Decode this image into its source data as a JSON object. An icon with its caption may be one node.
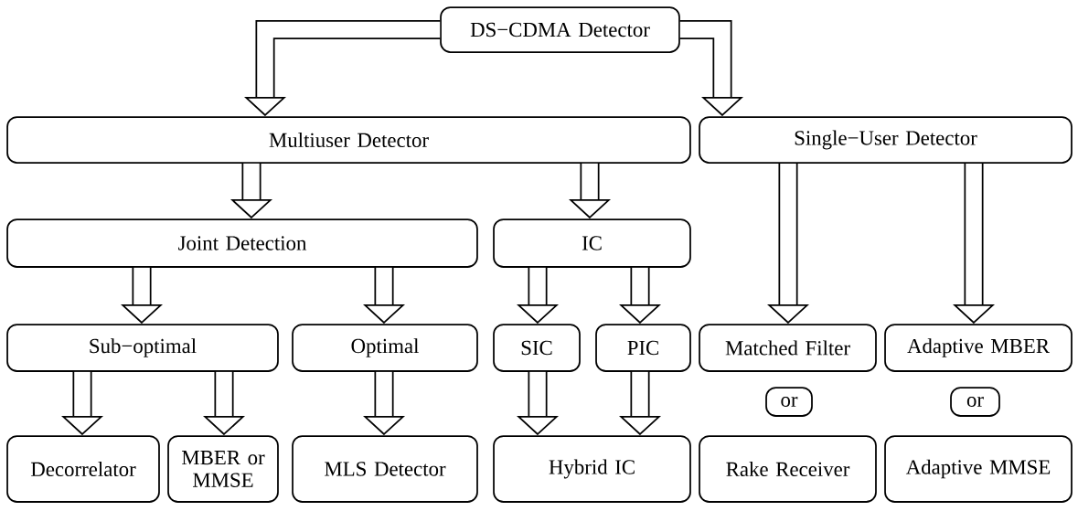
{
  "diagram": {
    "nodes": [
      {
        "text": [
          "DS−CDMA Detector"
        ]
      },
      {
        "text": [
          "Multiuser Detector"
        ]
      },
      {
        "text": [
          "Single−User Detector"
        ]
      },
      {
        "text": [
          "Joint Detection"
        ]
      },
      {
        "text": [
          "IC"
        ]
      },
      {
        "text": [
          "Sub−optimal"
        ]
      },
      {
        "text": [
          "Optimal"
        ]
      },
      {
        "text": [
          "SIC"
        ]
      },
      {
        "text": [
          "PIC"
        ]
      },
      {
        "text": [
          "Matched Filter"
        ]
      },
      {
        "text": [
          "Adaptive MBER"
        ]
      },
      {
        "text": [
          "or"
        ]
      },
      {
        "text": [
          "or"
        ]
      },
      {
        "text": [
          "Decorrelator"
        ]
      },
      {
        "text": [
          "MBER or MMSE"
        ]
      },
      {
        "text": [
          "MLS Detector"
        ]
      },
      {
        "text": [
          "Hybrid IC"
        ]
      },
      {
        "text": [
          "Rake Receiver"
        ]
      },
      {
        "text": [
          "Adaptive MMSE"
        ]
      }
    ],
    "edges": [
      {
        "from": 0,
        "to": 1,
        "arrow": "to"
      },
      {
        "from": 0,
        "to": 2,
        "arrow": "to"
      },
      {
        "from": 1,
        "to": 3,
        "arrow": "to"
      },
      {
        "from": 1,
        "to": 4,
        "arrow": "to"
      },
      {
        "from": 2,
        "to": 9,
        "arrow": "to"
      },
      {
        "from": 2,
        "to": 10,
        "arrow": "to"
      },
      {
        "from": 3,
        "to": 5,
        "arrow": "to"
      },
      {
        "from": 3,
        "to": 6,
        "arrow": "to"
      },
      {
        "from": 4,
        "to": 7,
        "arrow": "to"
      },
      {
        "from": 4,
        "to": 8,
        "arrow": "to"
      },
      {
        "from": 5,
        "to": 13,
        "arrow": "to"
      },
      {
        "from": 5,
        "to": 14,
        "arrow": "to"
      },
      {
        "from": 6,
        "to": 15,
        "arrow": "to"
      },
      {
        "from": 7,
        "to": 16,
        "arrow": "to"
      },
      {
        "from": 8,
        "to": 16,
        "arrow": "to"
      }
    ]
  }
}
